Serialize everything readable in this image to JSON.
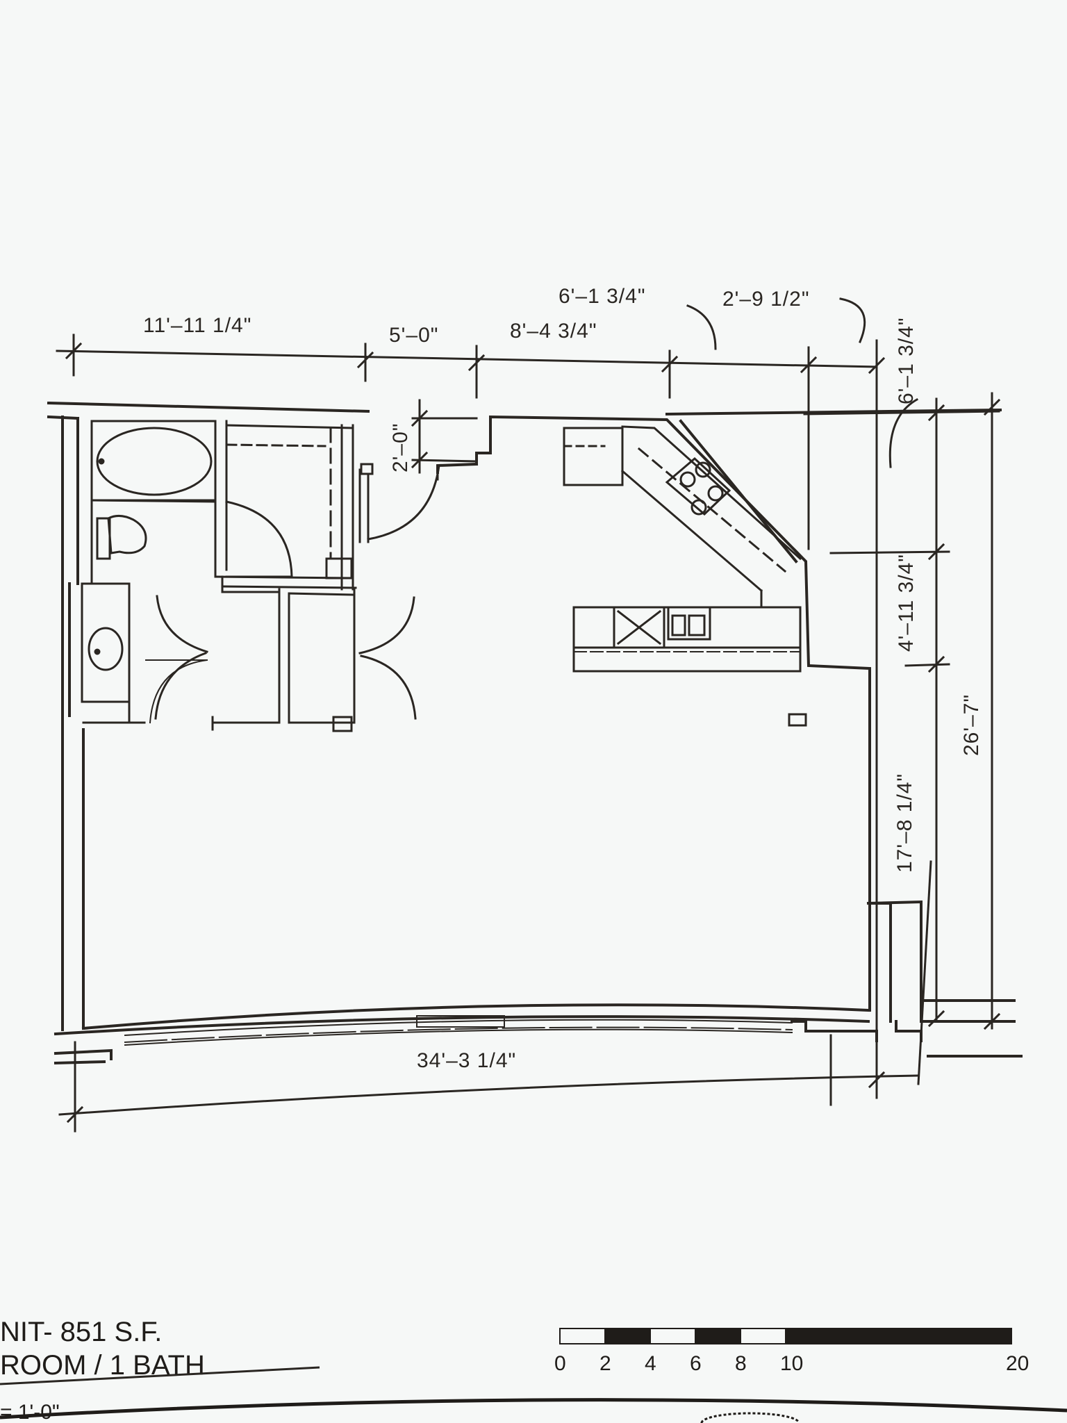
{
  "dimensions": {
    "top_left_width": "11'–11 1/4\"",
    "top_five": "5'–0\"",
    "top_eight": "8'–4 3/4\"",
    "top_six_angled": "6'–1 3/4\"",
    "top_two_nine": "2'–9 1/2\"",
    "right_six_top": "6'–1 3/4\"",
    "door_two": "2'–0\"",
    "right_four": "4'–11 3/4\"",
    "right_seventeen": "17'–8 1/4\"",
    "right_overall": "26'–7\"",
    "bottom_overall": "34'–3 1/4\""
  },
  "title_block": {
    "line1": "NIT-   851 S.F.",
    "line2": "ROOM / 1 BATH",
    "line3": "= 1'-0\""
  },
  "scale_bar": {
    "labels": [
      "0",
      "2",
      "4",
      "6",
      "8",
      "10",
      "20"
    ]
  },
  "colors": {
    "ink": "#2a2622",
    "paper": "#f6f8f7"
  }
}
